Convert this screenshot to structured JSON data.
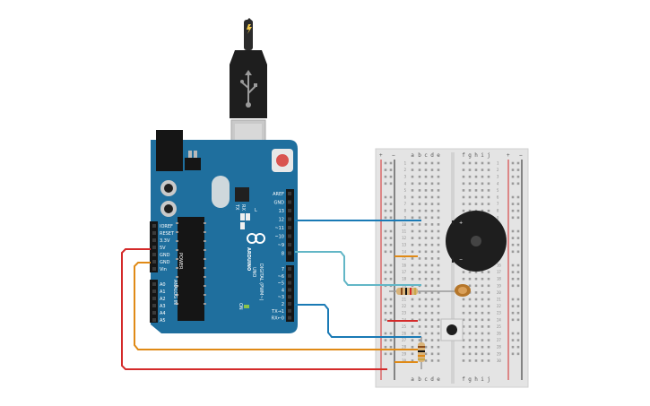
{
  "arduino": {
    "brand": "ARDUINO",
    "model": "UNO",
    "power_header_title": "POWER",
    "analog_header_title": "ANALOG IN",
    "digital_header_title": "DIGITAL (PWM~)",
    "power_pins": [
      "IOREF",
      "RESET",
      "3.3V",
      "5V",
      "GND",
      "GND",
      "Vin"
    ],
    "analog_pins": [
      "A0",
      "A1",
      "A2",
      "A3",
      "A4",
      "A5"
    ],
    "digital_pins_top": [
      "AREF",
      "GND",
      "13",
      "12",
      "~11",
      "~10",
      "~9",
      "8"
    ],
    "digital_pins_bottom": [
      "7",
      "~6",
      "~5",
      "4",
      "~3",
      "2",
      "TX→1",
      "RX←0"
    ],
    "indicator_labels": [
      "L",
      "TX",
      "RX"
    ],
    "on_label": "ON",
    "board_color": "#1f6f9e"
  },
  "breadboard": {
    "columns_left": [
      "a",
      "b",
      "c",
      "d",
      "e"
    ],
    "columns_right": [
      "f",
      "g",
      "h",
      "i",
      "j"
    ],
    "rail_plus": "+",
    "rail_minus": "−",
    "row_count": 30
  },
  "buzzer": {
    "plus_label": "+",
    "minus_label": "−"
  },
  "wire_colors": {
    "blue": "#1a7ab5",
    "teal": "#62b6c6",
    "orange": "#e08a16",
    "red": "#d42a2a"
  }
}
